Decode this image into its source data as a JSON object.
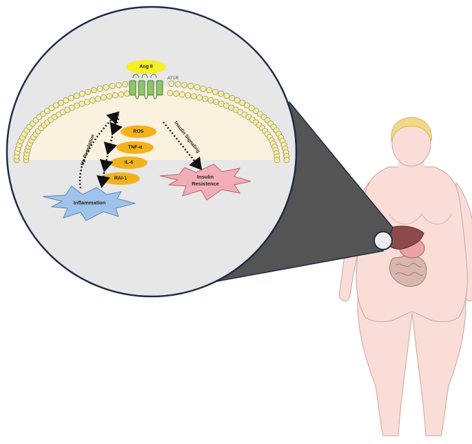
{
  "ligand": {
    "label": "Ang II",
    "color": "#f4ef2a"
  },
  "receptor": {
    "label": "AT1R",
    "color": "#8fc46a"
  },
  "mediators": [
    {
      "label": "ROS"
    },
    {
      "label": "TNF-α"
    },
    {
      "label": "IL-6"
    },
    {
      "label": "RAI-1"
    }
  ],
  "mediator_color": "#f2b21c",
  "arrows": {
    "up_regulation": "Up Regulation",
    "insulin_signaling": "Insulin Signaling"
  },
  "outcomes": {
    "inflammation": {
      "label": "Inflammation",
      "color": "#9fc3ea"
    },
    "insulin_resistance": {
      "label": "Insulin Resistence",
      "color": "#f2aeb6"
    }
  },
  "colors": {
    "zoom_circle_fill": "#e7e7e7",
    "zoom_circle_border": "#1b2c4a",
    "cytoplasm": "#fbf1df",
    "lipid_head": "#f4eeb2",
    "cone": "#545454",
    "skin": "#f9ddd6",
    "hair": "#f1d889",
    "liver": "#8d4a4a",
    "intestine": "#d9b7b0"
  }
}
